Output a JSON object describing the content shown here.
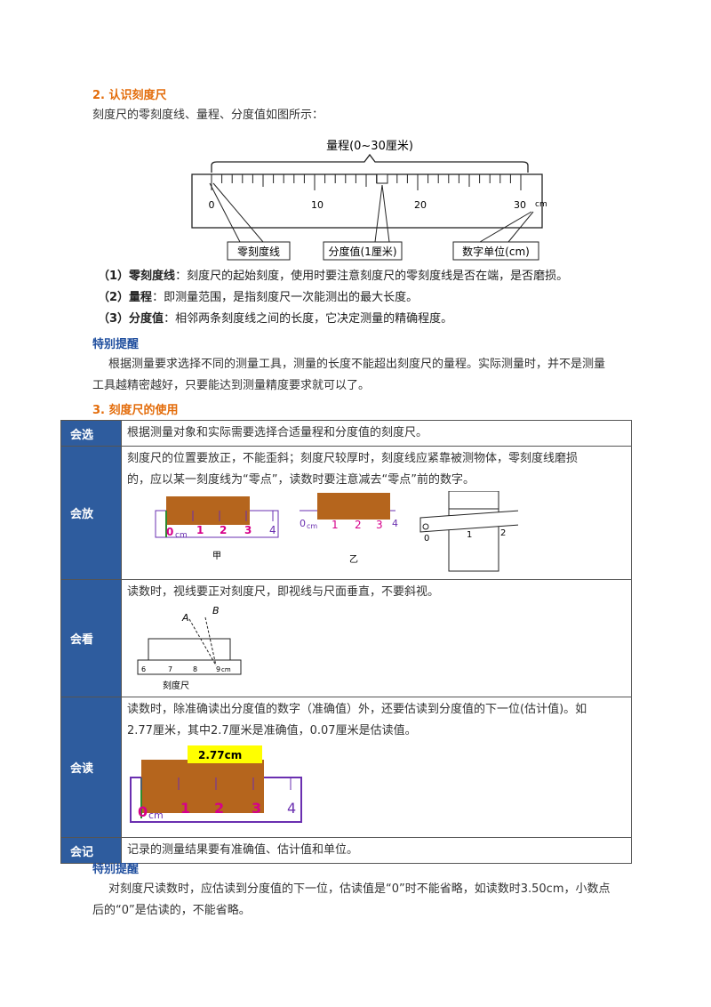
{
  "section2": {
    "title": "2. 认识刻度尺",
    "intro": "刻度尺的零刻度线、量程、分度值如图所示：",
    "figure": {
      "range_label": "量程(0~30厘米)",
      "ticks": [
        "0",
        "10",
        "20",
        "30"
      ],
      "unit": "cm",
      "box_zero": "零刻度线",
      "box_div": "分度值(1厘米)",
      "box_unit": "数字单位(cm)"
    },
    "defs": [
      {
        "num": "（1）",
        "term": "零刻度线",
        "text": "：刻度尺的起始刻度，使用时要注意刻度尺的零刻度线是否在端，是否磨损。"
      },
      {
        "num": "（2）",
        "term": "量程",
        "text": "：即测量范围，是指刻度尺一次能测出的最大长度。"
      },
      {
        "num": "（3）",
        "term": "分度值",
        "text": "：相邻两条刻度线之间的长度，它决定测量的精确程度。"
      }
    ],
    "tip_title": "特别提醒",
    "tip_line1": "根据测量要求选择不同的测量工具，测量的长度不能超出刻度尺的量程。实际测量时，并不是测量",
    "tip_line2": "工具越精密越好，只要能达到测量精度要求就可以了。"
  },
  "section3": {
    "title": "3. 刻度尺的使用",
    "rows": {
      "select": {
        "head": "会选",
        "text": "根据测量对象和实际需要选择合适量程和分度值的刻度尺。"
      },
      "place": {
        "head": "会放",
        "line1": "刻度尺的位置要放正，不能歪斜；刻度尺较厚时，刻度线应紧靠被测物体，零刻度线磨损",
        "line2": "的，应以某一刻度线为“零点”，读数时要注意减去“零点”前的数字。",
        "ruler_nums": [
          "0",
          "1",
          "2",
          "3",
          "4"
        ],
        "ruler_unit": "cm",
        "label_jia": "甲",
        "label_yi": "乙",
        "fig3_nums": [
          "0",
          "1",
          "2"
        ]
      },
      "look": {
        "head": "会看",
        "text": "读数时，视线要正对刻度尺，即视线与尺面垂直，不要斜视。",
        "point_a": "A",
        "point_b": "B",
        "nums": [
          "6",
          "7",
          "8",
          "9"
        ],
        "unit": "cm",
        "caption": "刻度尺"
      },
      "read": {
        "head": "会读",
        "line1": "读数时，除准确读出分度值的数字（准确值）外，还要估读到分度值的下一位(估计值)。如",
        "line2": "2.77厘米，其中2.7厘米是准确值，0.07厘米是估读值。",
        "reading": "2.77cm",
        "ruler_nums": [
          "0",
          "1",
          "2",
          "3",
          "4"
        ],
        "ruler_unit": "cm"
      },
      "record": {
        "head": "会记",
        "text": "记录的测量结果要有准确值、估计值和单位。"
      }
    },
    "tip_title": "特别提醒",
    "tip_line1": "对刻度尺读数时，应估读到分度值的下一位，估读值是“0”时不能省略，如读数时3.50cm，小数点",
    "tip_line2": "后的“0”是估读的，不能省略。"
  },
  "colors": {
    "section_orange": "#e36c0a",
    "tip_blue": "#1f4e9e",
    "table_head_blue": "#2e5c9e",
    "ruler_purple": "#6a2fb0",
    "wood": "#b5651d",
    "number_magenta": "#d6008a",
    "reading_yellow": "#ffff00"
  }
}
